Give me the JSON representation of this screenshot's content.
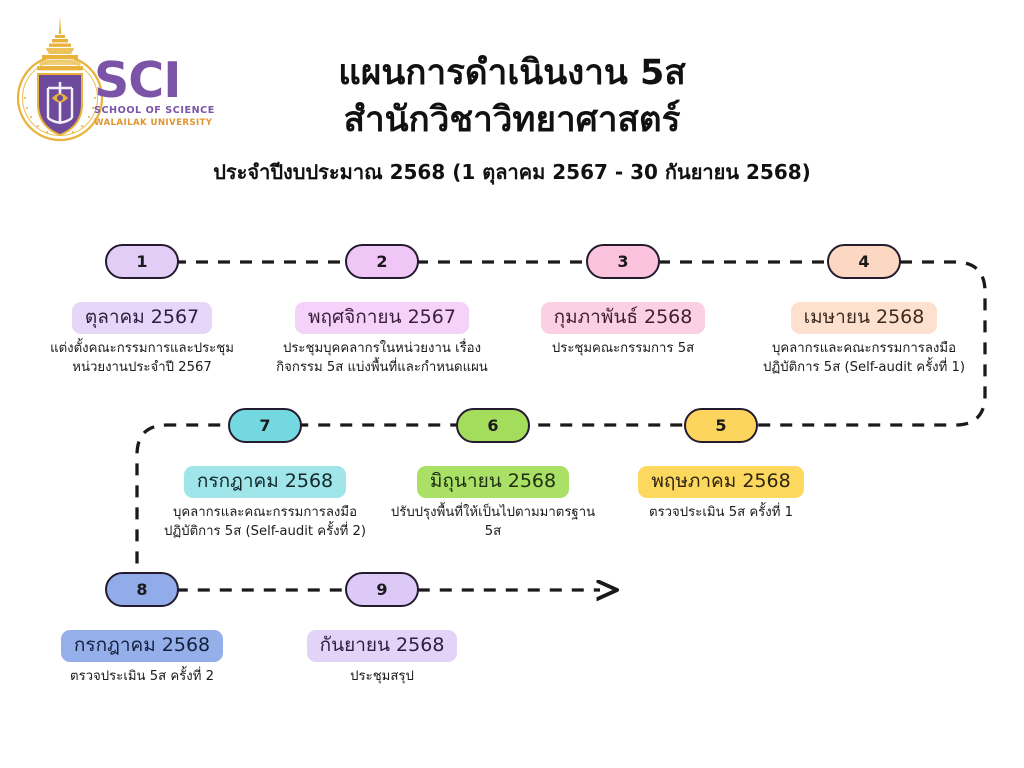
{
  "logo": {
    "crest_alt": "walailak-university-crest",
    "wordmark": "SCI",
    "line1": "SCHOOL OF SCIENCE",
    "line2": "WALAILAK UNIVERSITY",
    "purple": "#7b54a8",
    "gold": "#e0952f"
  },
  "header": {
    "title_line1": "แผนการดำเนินงาน 5ส",
    "title_line2": "สำนักวิชาวิทยาศาสตร์",
    "subtitle": "ประจำปีงบประมาณ 2568 (1 ตุลาคม 2567 - 30 กันยายน 2568)"
  },
  "timeline": {
    "arrow_direction": "right",
    "line_style": "dashed",
    "line_color": "#1a1a1a",
    "items": [
      {
        "number": "1",
        "month": "ตุลาคม 2567",
        "description": "แต่งตั้งคณะกรรมการและประชุมหน่วยงานประจำปี 2567",
        "pill_color": "#e2cdf7",
        "badge_color": "#e6d6f8",
        "badge_text_color": "#2a1f3d"
      },
      {
        "number": "2",
        "month": "พฤศจิกายน 2567",
        "description": "ประชุมบุคคลากรในหน่วยงาน เรื่องกิจกรรม 5ส แบ่งพื้นที่และกำหนดแผน",
        "pill_color": "#f0c6f7",
        "badge_color": "#f4d2f9",
        "badge_text_color": "#3d1f3d"
      },
      {
        "number": "3",
        "month": "กุมภาพันธ์ 2568",
        "description": "ประชุมคณะกรรมการ 5ส",
        "pill_color": "#fbc3de",
        "badge_color": "#fcd0e4",
        "badge_text_color": "#3d1f2e"
      },
      {
        "number": "4",
        "month": "เมษายน 2568",
        "description": "บุคลากรและคณะกรรมการลงมือปฏิบัติการ 5ส (Self-audit ครั้งที่ 1)",
        "pill_color": "#fcd8c2",
        "badge_color": "#fde0ce",
        "badge_text_color": "#3d2a1f"
      },
      {
        "number": "5",
        "month": "พฤษภาคม 2568",
        "description": "ตรวจประเมิน 5ส ครั้งที่ 1",
        "pill_color": "#fcd45e",
        "badge_color": "#fcd85f",
        "badge_text_color": "#2e2410"
      },
      {
        "number": "6",
        "month": "มิถุนายน 2568",
        "description": "ปรับปรุงพื้นที่ให้เป็นไปตามมาตรฐาน 5ส",
        "pill_color": "#a3dd5b",
        "badge_color": "#a9e065",
        "badge_text_color": "#1f2e12"
      },
      {
        "number": "7",
        "month": "กรกฎาคม 2568",
        "description": "บุคลากรและคณะกรรมการลงมือปฏิบัติการ 5ส (Self-audit ครั้งที่ 2)",
        "pill_color": "#74d8e0",
        "badge_color": "#9fe5ea",
        "badge_text_color": "#13282b"
      },
      {
        "number": "8",
        "month": "กรกฎาคม 2568",
        "description": "ตรวจประเมิน 5ส ครั้งที่ 2",
        "pill_color": "#92abe9",
        "badge_color": "#95afea",
        "badge_text_color": "#15203d"
      },
      {
        "number": "9",
        "month": "กันยายน 2568",
        "description": "ประชุมสรุป",
        "pill_color": "#ddc9f7",
        "badge_color": "#e3d3f8",
        "badge_text_color": "#2a1f3d"
      }
    ]
  }
}
